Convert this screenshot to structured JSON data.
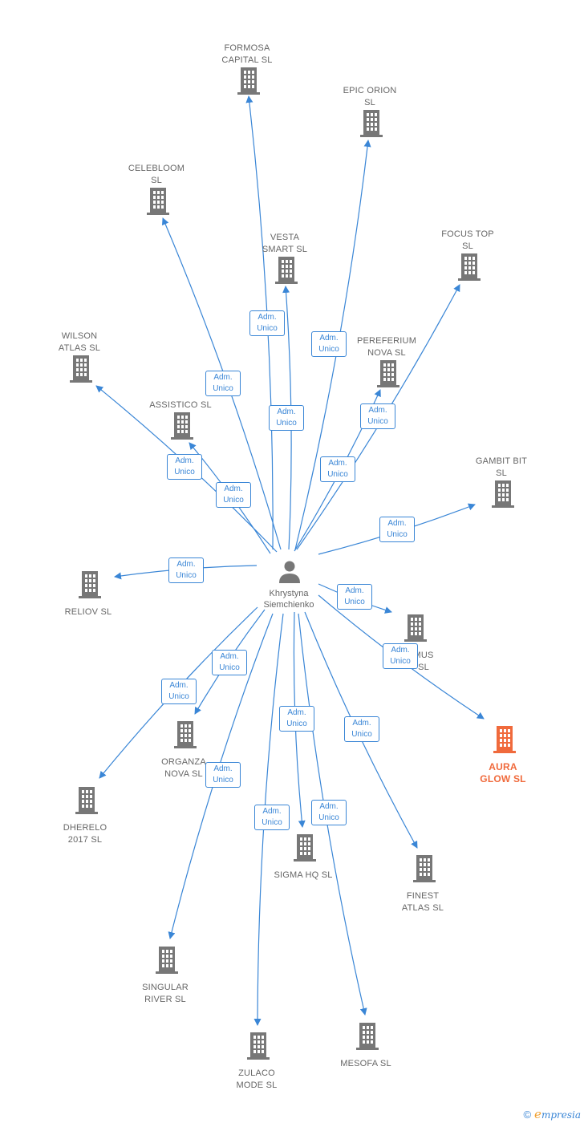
{
  "colors": {
    "edge": "#3a86d6",
    "building": "#777777",
    "highlight": "#f06a3c",
    "text": "#666666"
  },
  "center": {
    "name": "Khrystyna\nSiemchienko",
    "icon": "person-icon"
  },
  "edge_label": "Adm.\nUnico",
  "companies": [
    {
      "id": "formosa-capital",
      "name": "FORMOSA\nCAPITAL  SL",
      "highlight": false
    },
    {
      "id": "epic-orion",
      "name": "EPIC ORION\nSL",
      "highlight": false
    },
    {
      "id": "celebloom",
      "name": "CELEBLOOM\nSL",
      "highlight": false
    },
    {
      "id": "vesta-smart",
      "name": "VESTA\nSMART  SL",
      "highlight": false
    },
    {
      "id": "focus-top",
      "name": "FOCUS TOP\nSL",
      "highlight": false
    },
    {
      "id": "wilson-atlas",
      "name": "WILSON\nATLAS  SL",
      "highlight": false
    },
    {
      "id": "pereferium-nova",
      "name": "PEREFERIUM\nNOVA  SL",
      "highlight": false
    },
    {
      "id": "assistico",
      "name": "ASSISTICO  SL",
      "highlight": false
    },
    {
      "id": "gambit-bit",
      "name": "GAMBIT BIT\nSL",
      "highlight": false
    },
    {
      "id": "reliov",
      "name": "RELIOV  SL",
      "highlight": false
    },
    {
      "id": "mus",
      "name": "MUS\nSL",
      "highlight": false
    },
    {
      "id": "aura-glow",
      "name": "AURA\nGLOW  SL",
      "highlight": true
    },
    {
      "id": "organza-nova",
      "name": "ORGANZA\nNOVA  SL",
      "highlight": false
    },
    {
      "id": "dherelo-2017",
      "name": "DHERELO\n2017  SL",
      "highlight": false
    },
    {
      "id": "sigma-hq",
      "name": "SIGMA HQ  SL",
      "highlight": false
    },
    {
      "id": "finest-atlas",
      "name": "FINEST\nATLAS  SL",
      "highlight": false
    },
    {
      "id": "singular-river",
      "name": "SINGULAR\nRIVER  SL",
      "highlight": false
    },
    {
      "id": "zulaco-mode",
      "name": "ZULACO\nMODE  SL",
      "highlight": false
    },
    {
      "id": "mesofa",
      "name": "MESOFA  SL",
      "highlight": false
    }
  ],
  "footer": {
    "copyright": "©",
    "brand": "mpresia",
    "brand_initial": "e"
  }
}
